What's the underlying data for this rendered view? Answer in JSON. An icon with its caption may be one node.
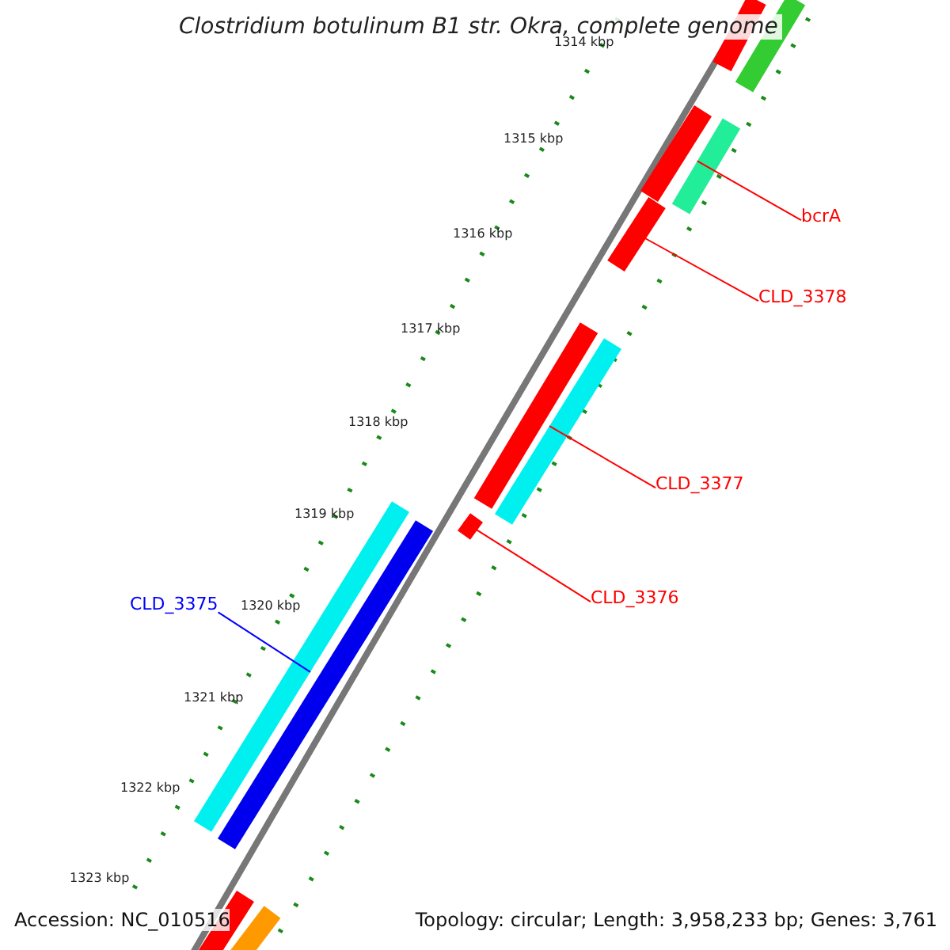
{
  "diagram": {
    "title": "Clostridium botulinum B1 str. Okra, complete genome",
    "nodes": [
      {
        "text": [
          "bcrA"
        ]
      },
      {
        "text": [
          "CLD_3378"
        ]
      },
      {
        "text": [
          "CLD_3377"
        ]
      },
      {
        "text": [
          "CLD_3376"
        ]
      },
      {
        "text": [
          "CLD_3375"
        ]
      },
      {
        "text": [],
        "shape": "bar"
      },
      {
        "text": [],
        "shape": "bar"
      },
      {
        "text": [],
        "shape": "bar"
      },
      {
        "text": [],
        "shape": "bar"
      },
      {
        "text": [],
        "shape": "bar"
      },
      {
        "text": [],
        "shape": "bar"
      },
      {
        "text": [],
        "shape": "bar"
      },
      {
        "text": [],
        "shape": "bar"
      },
      {
        "text": [],
        "shape": "bar"
      },
      {
        "text": [],
        "shape": "bar"
      },
      {
        "text": [],
        "shape": "bar"
      },
      {
        "text": [],
        "shape": "bar"
      }
    ],
    "edges": [
      {
        "from": 0,
        "to": 5,
        "arrow": "none"
      },
      {
        "from": 1,
        "to": 6,
        "arrow": "none"
      },
      {
        "from": 2,
        "to": 7,
        "arrow": "none"
      },
      {
        "from": 3,
        "to": 8,
        "arrow": "none"
      },
      {
        "from": 4,
        "to": 9,
        "arrow": "none",
        "color": "#0000ff"
      }
    ],
    "labels": [
      "1314 kbp",
      "1315 kbp",
      "1316 kbp",
      "1317 kbp",
      "1318 kbp",
      "1319 kbp",
      "1320 kbp",
      "1321 kbp",
      "1322 kbp",
      "1323 kbp",
      "Accession: NC_010516",
      "Topology: circular; Length: 3,958,233 bp; Genes: 3,761"
    ]
  }
}
